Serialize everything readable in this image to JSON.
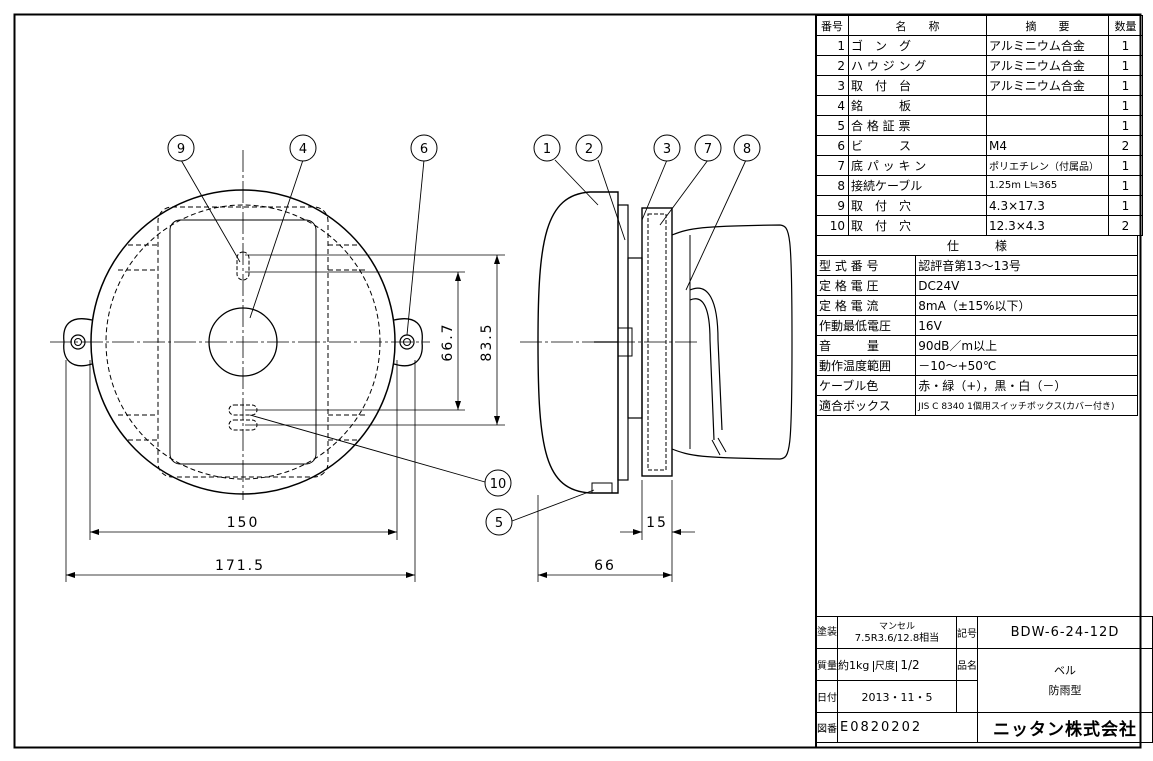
{
  "parts_table": {
    "headers": {
      "no": "番号",
      "name": "名　　称",
      "desc": "摘　　要",
      "qty": "数量"
    },
    "rows": [
      {
        "no": "1",
        "name": "ゴ　ン　グ",
        "desc": "アルミニウム合金",
        "qty": "1"
      },
      {
        "no": "2",
        "name": "ハ ウ ジ ン グ",
        "desc": "アルミニウム合金",
        "qty": "1"
      },
      {
        "no": "3",
        "name": "取　付　台",
        "desc": "アルミニウム合金",
        "qty": "1"
      },
      {
        "no": "4",
        "name": "銘　　　板",
        "desc": "",
        "qty": "1"
      },
      {
        "no": "5",
        "name": "合 格 証 票",
        "desc": "",
        "qty": "1"
      },
      {
        "no": "6",
        "name": "ビ　　　ス",
        "desc": "M4",
        "qty": "2"
      },
      {
        "no": "7",
        "name": "底 パ ッ キ ン",
        "desc": "ポリエチレン（付属品）",
        "qty": "1"
      },
      {
        "no": "8",
        "name": "接続ケーブル",
        "desc": "1.25m L≒365",
        "qty": "1"
      },
      {
        "no": "9",
        "name": "取　付　穴",
        "desc": "4.3×17.3",
        "qty": "1"
      },
      {
        "no": "10",
        "name": "取　付　穴",
        "desc": "12.3×4.3",
        "qty": "2"
      }
    ]
  },
  "spec": {
    "title": "仕　　　様",
    "rows": [
      {
        "k": "型 式 番 号",
        "v": "認評音第13～13号"
      },
      {
        "k": "定 格 電 圧",
        "v": "DC24V"
      },
      {
        "k": "定 格 電 流",
        "v": "8mA（±15%以下）"
      },
      {
        "k": "作動最低電圧",
        "v": "16V"
      },
      {
        "k": "音　　　量",
        "v": "90dB／m以上"
      },
      {
        "k": "動作温度範囲",
        "v": "－10～+50℃"
      },
      {
        "k": "ケーブル色",
        "v": "赤・緑（+），黒・白（－）"
      },
      {
        "k": "適合ボックス",
        "v": "JIS C 8340 1個用スイッチボックス(カバー付き)"
      }
    ]
  },
  "title_block": {
    "paint_label": "塗装",
    "paint_value_top": "マンセル",
    "paint_value": "7.5R3.6/12.8相当",
    "symbol_label": "記号",
    "model": "BDW-6-24-12D",
    "mass_label": "質量",
    "mass": "約1kg",
    "scale_label": "尺度",
    "scale": "1/2",
    "product_label": "品名",
    "product_line1": "ベル",
    "product_line2": "防雨型",
    "date_label": "日付",
    "date": "2013・11・5",
    "drawing_no_label": "図番",
    "drawing_no": "E0820202",
    "company": "ニッタン株式会社"
  },
  "drawing": {
    "balloons": [
      "9",
      "4",
      "6",
      "1",
      "2",
      "3",
      "7",
      "8",
      "10",
      "5"
    ],
    "dimensions": {
      "d_150": "150",
      "d_171_5": "171.5",
      "d_66_7": "66.7",
      "d_83_5": "83.5",
      "d_66": "66",
      "d_15": "15"
    }
  }
}
